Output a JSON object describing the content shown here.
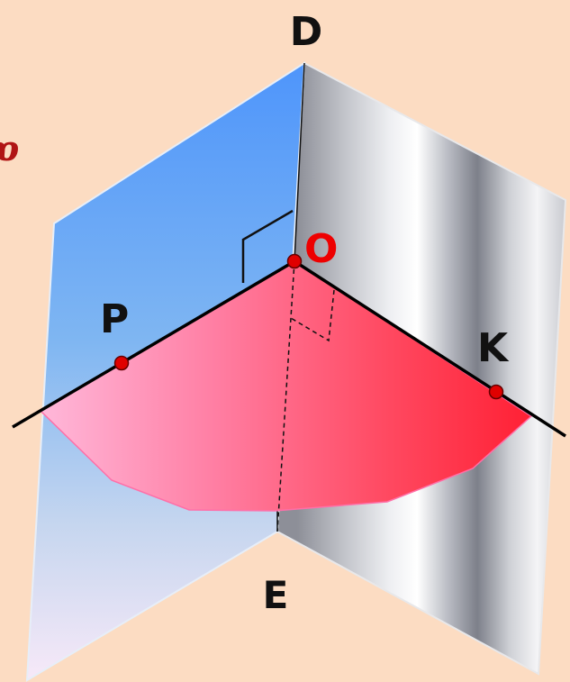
{
  "labels": {
    "D": "D",
    "E": "E",
    "O": "O",
    "P": "P",
    "K": "K",
    "edge_fragment": "ɒ"
  },
  "colors": {
    "background": "#fcdcc2",
    "blue_plane_top": "#5a9dfb",
    "blue_plane_bottom": "#f5e8f8",
    "grey_plane": "#9ea2ad",
    "red_sector": "#ff2a3a",
    "red_sector_light": "#ffb0d8",
    "point": "#e00000",
    "label_O": "#ee0000",
    "label_dark": "#111111",
    "edge_fragment": "#b01515"
  }
}
